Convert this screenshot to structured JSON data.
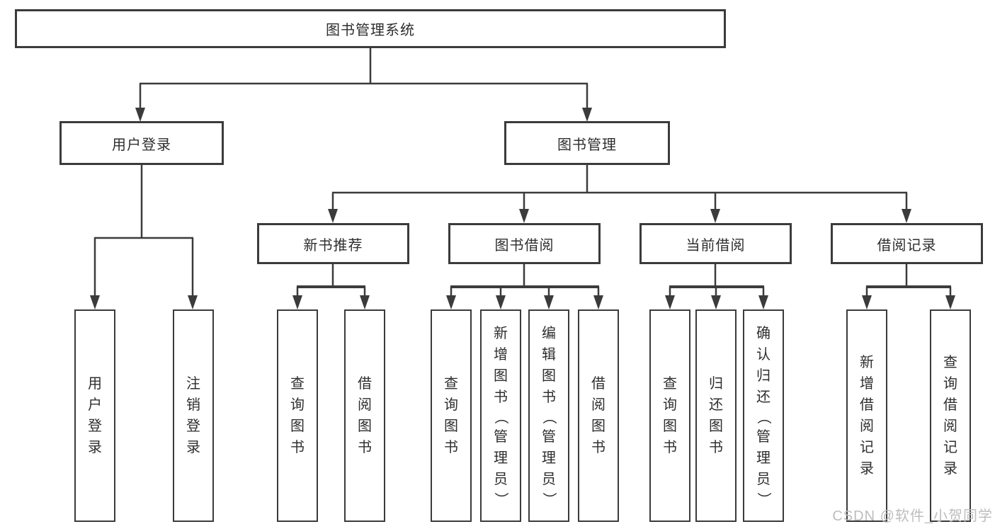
{
  "tree": {
    "label": "图书管理系统",
    "children": [
      {
        "label": "用户登录",
        "children": [
          {
            "label": "用户登录"
          },
          {
            "label": "注销登录"
          }
        ]
      },
      {
        "label": "图书管理",
        "children": [
          {
            "label": "新书推荐",
            "children": [
              {
                "label": "查询图书"
              },
              {
                "label": "借阅图书"
              }
            ]
          },
          {
            "label": "图书借阅",
            "children": [
              {
                "label": "查询图书"
              },
              {
                "label": "新增图书（管理员）"
              },
              {
                "label": "编辑图书（管理员）"
              },
              {
                "label": "借阅图书"
              }
            ]
          },
          {
            "label": "当前借阅",
            "children": [
              {
                "label": "查询图书"
              },
              {
                "label": "归还图书"
              },
              {
                "label": "确认归还（管理员）"
              }
            ]
          },
          {
            "label": "借阅记录",
            "children": [
              {
                "label": "新增借阅记录"
              },
              {
                "label": "查询借阅记录"
              }
            ]
          }
        ]
      }
    ]
  },
  "watermark": "CSDN @软件_小贺同学",
  "colors": {
    "line": "#3b3b3b",
    "text": "#2e2e2e",
    "box_fill": "#ffffff",
    "watermark": "#bdbdbd",
    "background": "#ffffff"
  }
}
